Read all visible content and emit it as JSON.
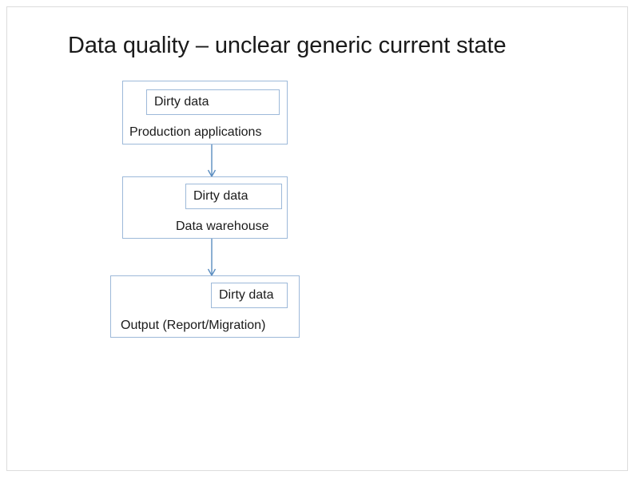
{
  "slide": {
    "title": "Data quality – unclear generic current state",
    "accent_border_color": "#9db9d9",
    "arrow_color": "#5b8dc0",
    "text_color": "#1a1a1a",
    "background_color": "#ffffff"
  },
  "diagram": {
    "type": "flow",
    "steps": [
      {
        "id": "production",
        "label": "Production applications",
        "inner_label": "Dirty data"
      },
      {
        "id": "warehouse",
        "label": "Data warehouse",
        "inner_label": "Dirty data"
      },
      {
        "id": "output",
        "label": "Output (Report/Migration)",
        "inner_label": "Dirty data"
      }
    ],
    "connectors": [
      {
        "id": "connector-1",
        "from": "production",
        "to": "warehouse",
        "direction": "down"
      },
      {
        "id": "connector-2",
        "from": "warehouse",
        "to": "output",
        "direction": "down"
      }
    ]
  }
}
